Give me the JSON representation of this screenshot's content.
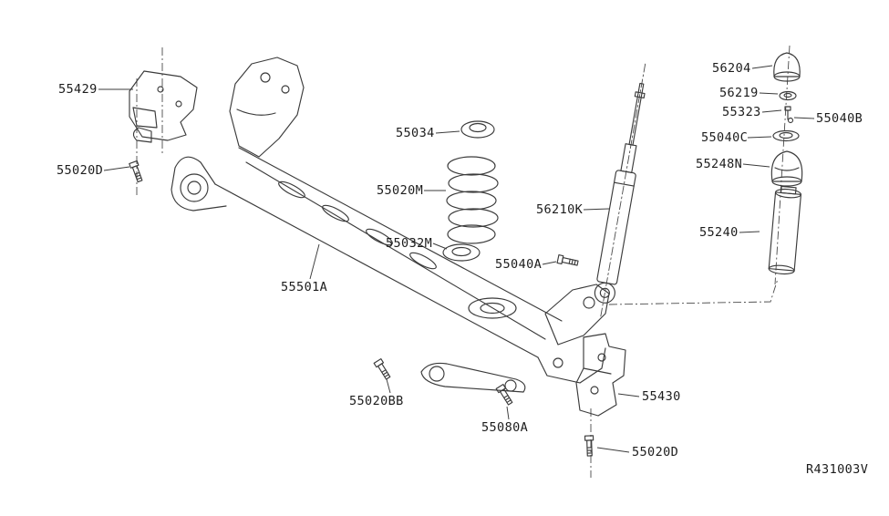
{
  "diagram": {
    "ref_code": "R431003V",
    "colors": {
      "ink": "#3b3b3b",
      "background": "#ffffff"
    },
    "parts": [
      {
        "label": "55429"
      },
      {
        "label": "55020D"
      },
      {
        "label": "55034"
      },
      {
        "label": "55020M"
      },
      {
        "label": "55032M"
      },
      {
        "label": "55501A"
      },
      {
        "label": "56210K"
      },
      {
        "label": "55040A"
      },
      {
        "label": "56204"
      },
      {
        "label": "56219"
      },
      {
        "label": "55323"
      },
      {
        "label": "55040B"
      },
      {
        "label": "55040C"
      },
      {
        "label": "55248N"
      },
      {
        "label": "55240"
      },
      {
        "label": "55430"
      },
      {
        "label": "55020BB"
      },
      {
        "label": "55080A"
      },
      {
        "label": "55020D"
      }
    ]
  }
}
